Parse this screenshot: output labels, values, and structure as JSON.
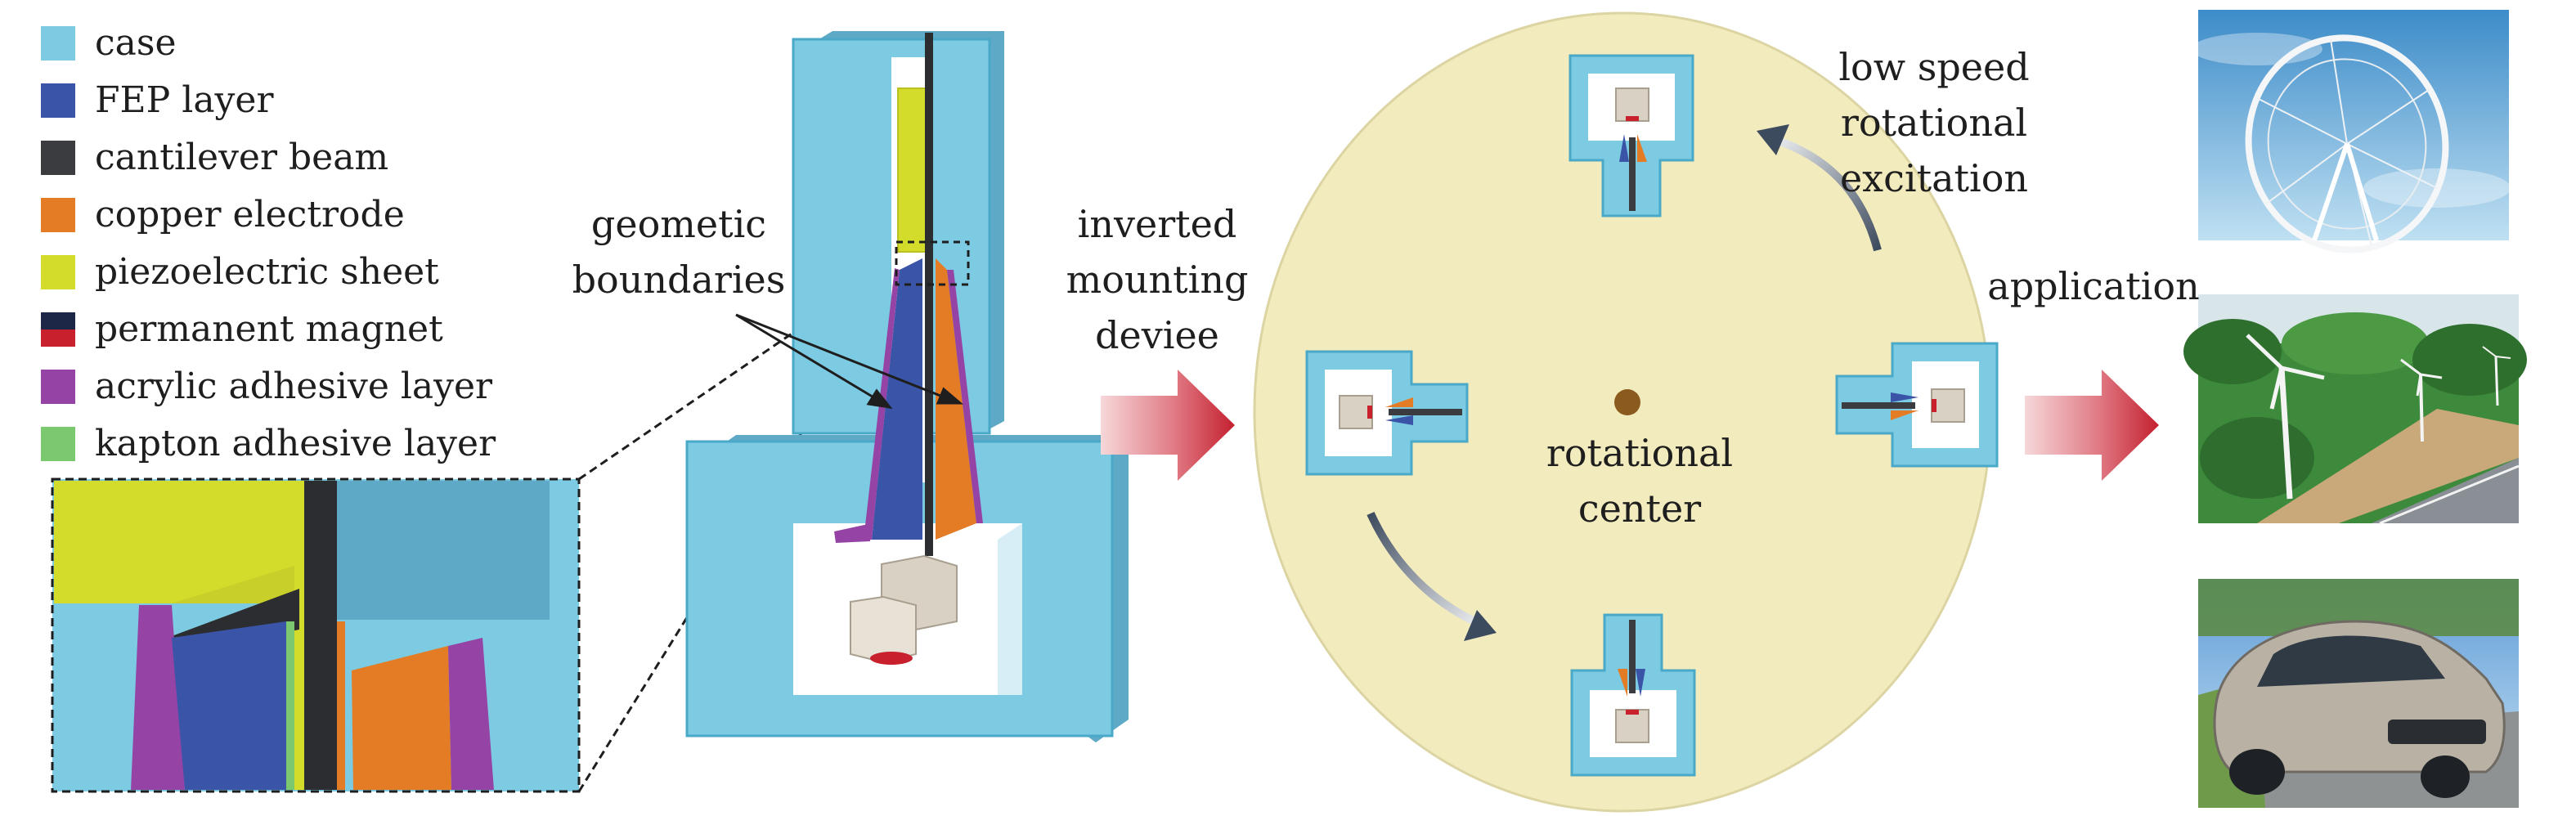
{
  "legend": [
    {
      "label": "case",
      "color": "#7ccbe2"
    },
    {
      "label": "FEP layer",
      "color": "#3a54a8"
    },
    {
      "label": "cantilever beam",
      "color": "#3b3c3f"
    },
    {
      "label": "copper electrode",
      "color": "#e47c26"
    },
    {
      "label": "piezoelectric sheet",
      "color": "#d4dc2b"
    },
    {
      "label": "permanent magnet",
      "color": "#c8202c",
      "color2": "#1c2748"
    },
    {
      "label": "acrylic adhesive layer",
      "color": "#9544a6"
    },
    {
      "label": "kapton adhesive layer",
      "color": "#7bc96f"
    }
  ],
  "annotations": {
    "boundaries_line1": "geometic",
    "boundaries_line2": "boundaries",
    "inverted_line1": "inverted",
    "inverted_line2": "mounting",
    "inverted_line3": "deviee",
    "speed_line1": "low speed",
    "speed_line2": "rotational",
    "speed_line3": "excitation",
    "center_line1": "rotational",
    "center_line2": "center",
    "application": "application"
  },
  "photos": [
    {
      "name": "ferris-wheel-photo"
    },
    {
      "name": "wind-turbines-photo"
    },
    {
      "name": "car-photo"
    }
  ]
}
